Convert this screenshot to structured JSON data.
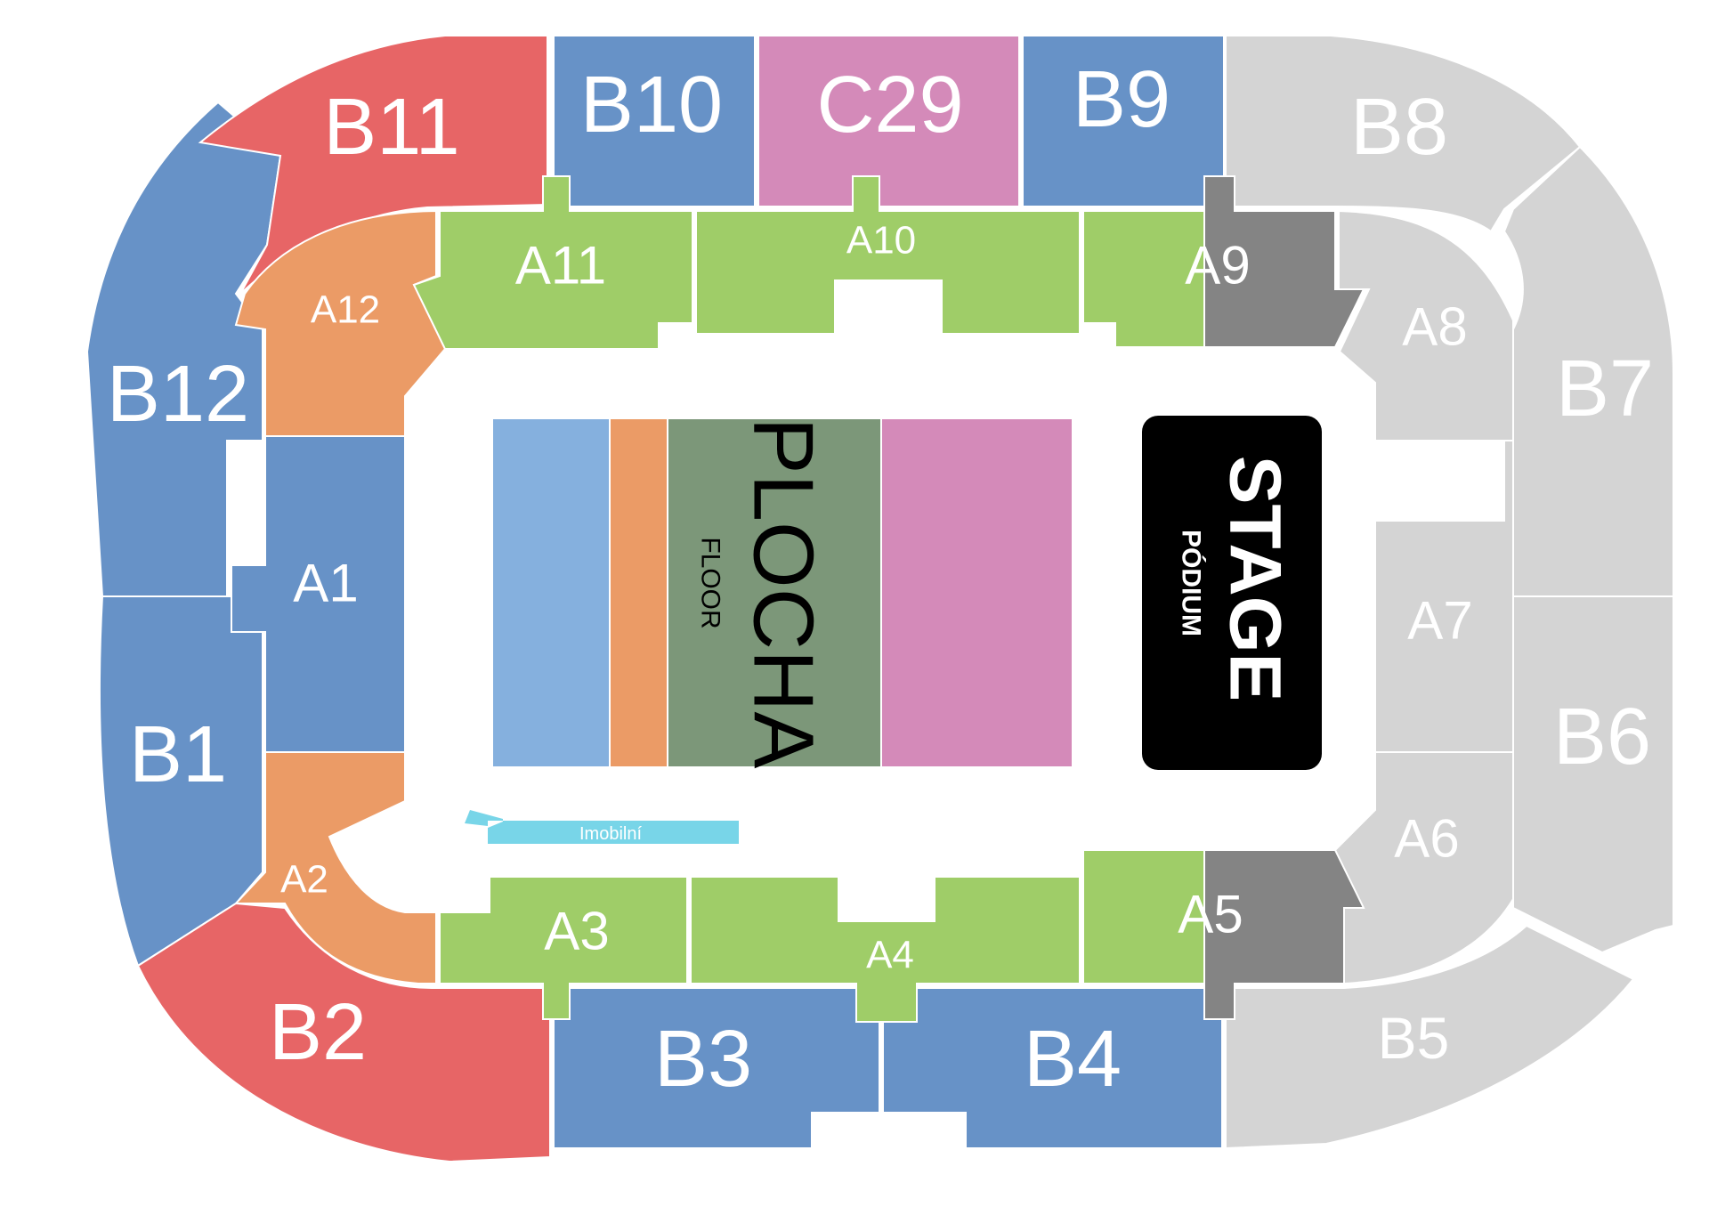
{
  "colors": {
    "blue": "#6792c7",
    "red": "#e76566",
    "pink": "#d48ab9",
    "green": "#9fcd68",
    "orange": "#eb9b66",
    "grey": "#d4d4d4",
    "darkgrey": "#848484",
    "floor_blue": "#85b0de",
    "floor_green": "#7c9779",
    "stage": "#000000",
    "accessible": "#78d5e8"
  },
  "sections": {
    "B1": "B1",
    "B2": "B2",
    "B3": "B3",
    "B4": "B4",
    "B5": "B5",
    "B6": "B6",
    "B7": "B7",
    "B8": "B8",
    "B9": "B9",
    "B10": "B10",
    "B11": "B11",
    "B12": "B12",
    "C29": "C29",
    "A1": "A1",
    "A2": "A2",
    "A3": "A3",
    "A4": "A4",
    "A5": "A5",
    "A6": "A6",
    "A7": "A7",
    "A8": "A8",
    "A9": "A9",
    "A10": "A10",
    "A11": "A11",
    "A12": "A12"
  },
  "floor": {
    "title": "PLOCHA",
    "subtitle": "FLOOR"
  },
  "stage": {
    "title": "STAGE",
    "subtitle": "PÓDIUM"
  },
  "accessible": {
    "label": "Imobilní"
  }
}
